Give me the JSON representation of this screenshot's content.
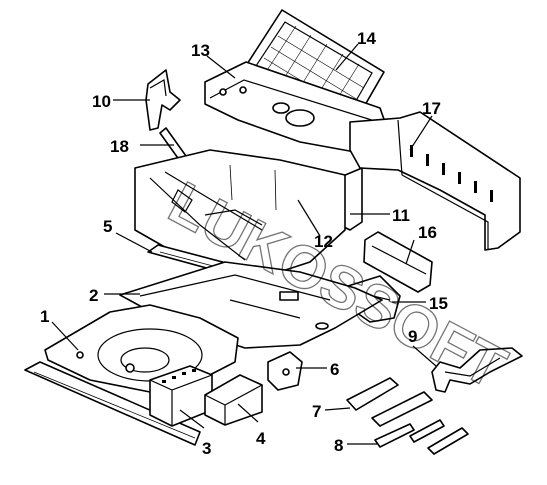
{
  "diagram": {
    "style": "exploded line drawing, black ink on white",
    "watermark": "LUKOSSOFT",
    "callouts": [
      "1",
      "2",
      "3",
      "4",
      "5",
      "6",
      "7",
      "8",
      "9",
      "10",
      "11",
      "12",
      "13",
      "14",
      "15",
      "16",
      "17",
      "18"
    ]
  }
}
